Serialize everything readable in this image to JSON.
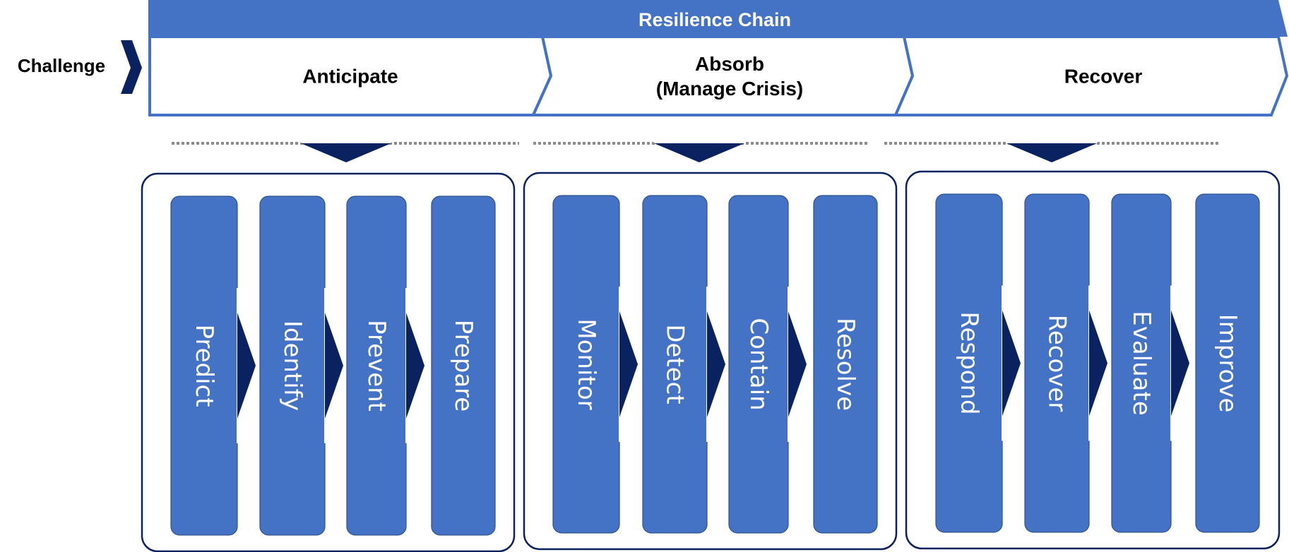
{
  "challenge_label": "Challenge",
  "banner_title": "Resilience Chain",
  "colors": {
    "banner": "#4472c4",
    "step_fill": "#4472c4",
    "dark_navy": "#0b2260",
    "group_border": "#0b2260",
    "dotted": "#8c8c8c"
  },
  "phases": [
    {
      "lines": [
        "Anticipate"
      ],
      "steps": [
        "Predict",
        "Identify",
        "Prevent",
        "Prepare"
      ]
    },
    {
      "lines": [
        "Absorb",
        "(Manage Crisis)"
      ],
      "steps": [
        "Monitor",
        "Detect",
        "Contain",
        "Resolve"
      ]
    },
    {
      "lines": [
        "Recover"
      ],
      "steps": [
        "Respond",
        "Recover",
        "Evaluate",
        "Improve"
      ]
    }
  ]
}
